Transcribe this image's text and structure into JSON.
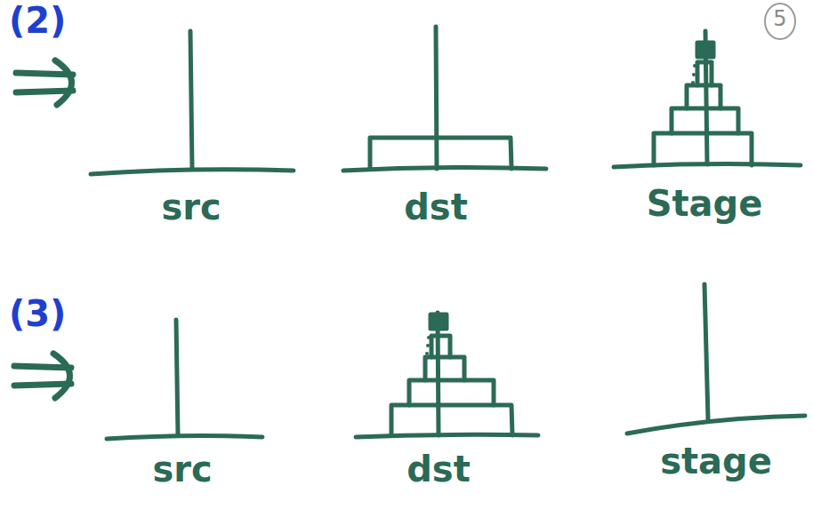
{
  "diagram": {
    "labels": [
      "(2)",
      "src",
      "dst",
      "Stage",
      "(3)",
      "src",
      "dst",
      "stage",
      "5"
    ]
  }
}
